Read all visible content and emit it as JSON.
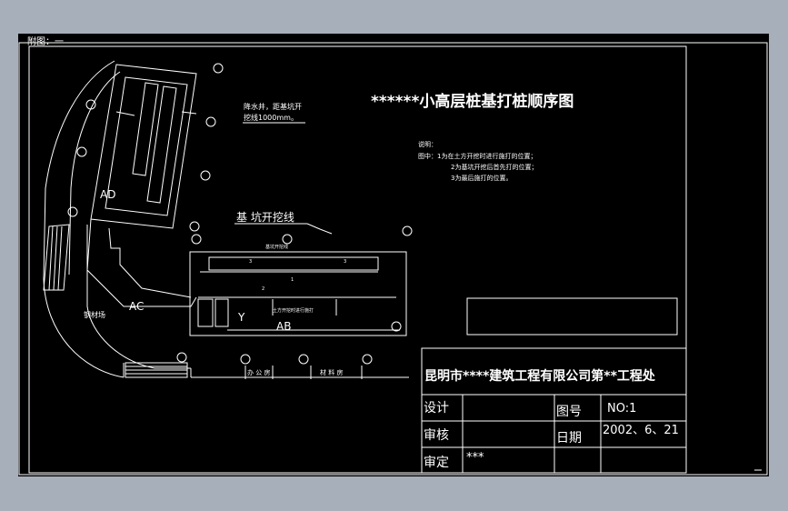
{
  "sheet": {
    "attachment_label": "附图：一",
    "title": "******小高层桩基打桩顺序图",
    "dewater_note_line1": "降水井，距基坑开",
    "dewater_note_line2": "挖线1000mm。",
    "excavation_label": "基 坑开挖线",
    "excavation_label_small": "基坑开挖线",
    "legend": {
      "header": "说明：",
      "line1": "图中：1为在土方开挖时进行施打的位置；",
      "line2": "2为基坑开挖后首先打的位置；",
      "line3": "3为最后施打的位置。"
    },
    "zones": {
      "ad": "AD",
      "ac": "AC",
      "ab": "AB",
      "y": "Y"
    },
    "places": {
      "steel_yard": "钢材场",
      "office": "办 公 房",
      "material_room": "材 料 房",
      "ab_note": "土方开挖时进行施打"
    },
    "seq": {
      "one": "1",
      "two": "2",
      "three": "3"
    }
  },
  "title_block": {
    "company": "昆明市****建筑工程有限公司第**工程处",
    "design_label": "设计",
    "review_label": "审核",
    "approve_label": "审定",
    "drawing_no_label": "图号",
    "drawing_no_value": "NO:1",
    "date_label": "日期",
    "date_value": "2002、6、21",
    "approver_value": "***"
  }
}
